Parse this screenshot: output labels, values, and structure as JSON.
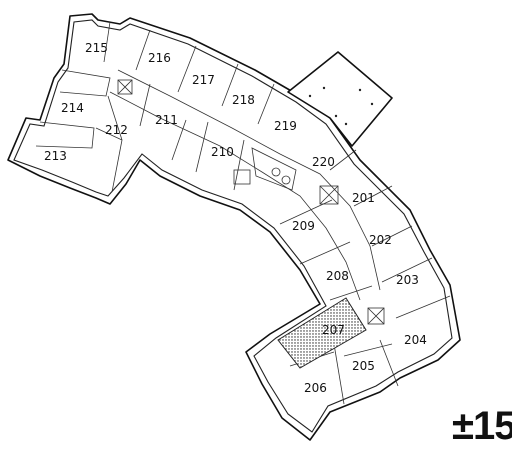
{
  "rooms": [
    {
      "id": "r215",
      "label": "215"
    },
    {
      "id": "r216",
      "label": "216"
    },
    {
      "id": "r217",
      "label": "217"
    },
    {
      "id": "r218",
      "label": "218"
    },
    {
      "id": "r219",
      "label": "219"
    },
    {
      "id": "r214",
      "label": "214"
    },
    {
      "id": "r212",
      "label": "212"
    },
    {
      "id": "r211",
      "label": "211"
    },
    {
      "id": "r213",
      "label": "213"
    },
    {
      "id": "r210",
      "label": "210"
    },
    {
      "id": "r220",
      "label": "220"
    },
    {
      "id": "r201",
      "label": "201"
    },
    {
      "id": "r209",
      "label": "209"
    },
    {
      "id": "r202",
      "label": "202"
    },
    {
      "id": "r208",
      "label": "208"
    },
    {
      "id": "r203",
      "label": "203"
    },
    {
      "id": "r207",
      "label": "207"
    },
    {
      "id": "r204",
      "label": "204"
    },
    {
      "id": "r205",
      "label": "205"
    },
    {
      "id": "r206",
      "label": "206"
    }
  ],
  "scale_label": "±15"
}
